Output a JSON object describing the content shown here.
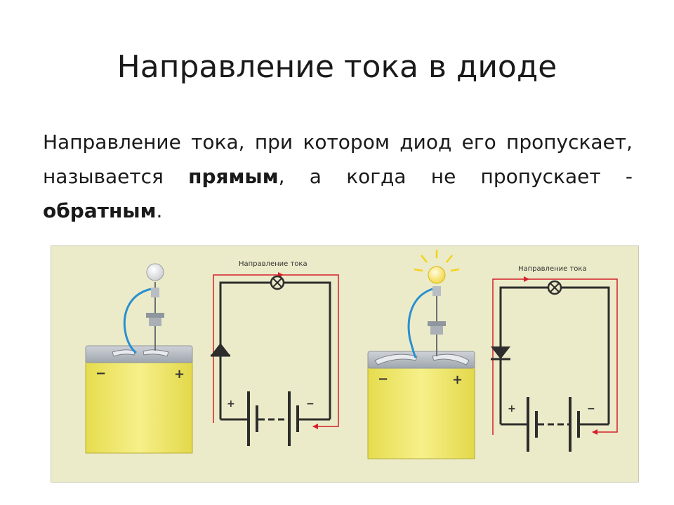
{
  "slide": {
    "title": "Направление тока в диоде",
    "body": {
      "part1": "Направление тока, при котором диод его пропускает, называется ",
      "forward": "прямым",
      "part2": ", а когда не пропускает - ",
      "reverse": "обратным",
      "part3": "."
    }
  },
  "figure": {
    "left_circuit": {
      "label": "Направление тока",
      "battery_minus": "−",
      "battery_plus": "+",
      "circuit_plus": "+",
      "circuit_minus": "−",
      "lamp_lit": false
    },
    "right_circuit": {
      "label": "Направление тока",
      "battery_minus": "−",
      "battery_plus": "+",
      "circuit_plus": "+",
      "circuit_minus": "−",
      "lamp_lit": true
    }
  },
  "colors": {
    "panel_bg": "#ebebc9",
    "battery_yellow": "#f0ea6e",
    "wire": "#2d2d2d",
    "current_arrow": "#d4202a",
    "lead_wire": "#2a8fd0",
    "glow": "#f5d21a"
  }
}
